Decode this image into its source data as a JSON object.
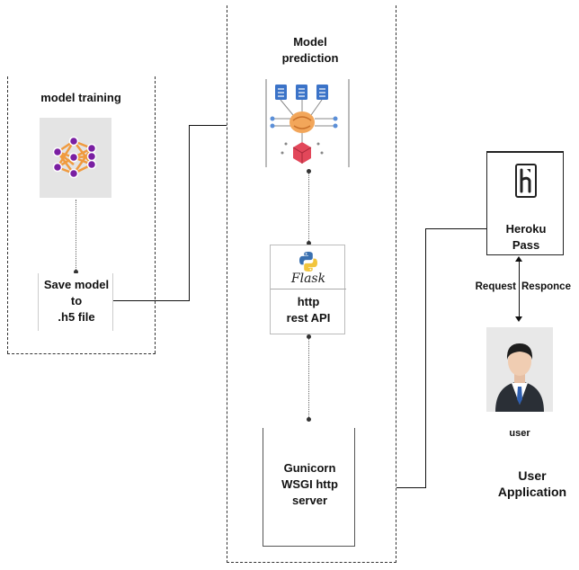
{
  "training": {
    "title": "model training",
    "save_label_1": "Save model",
    "save_label_2": "to",
    "save_label_3": ".h5 file"
  },
  "prediction": {
    "title_1": "Model",
    "title_2": "prediction"
  },
  "api": {
    "logo_text": "Flask",
    "label_1": "http",
    "label_2": "rest API"
  },
  "server": {
    "label_1": "Gunicorn",
    "label_2": "WSGI http",
    "label_3": "server"
  },
  "heroku": {
    "label_1": "Heroku",
    "label_2": "Pass"
  },
  "arrows": {
    "request": "Request",
    "response": "Responce"
  },
  "user": {
    "caption": "user"
  },
  "app": {
    "label_1": "User",
    "label_2": "Application"
  }
}
